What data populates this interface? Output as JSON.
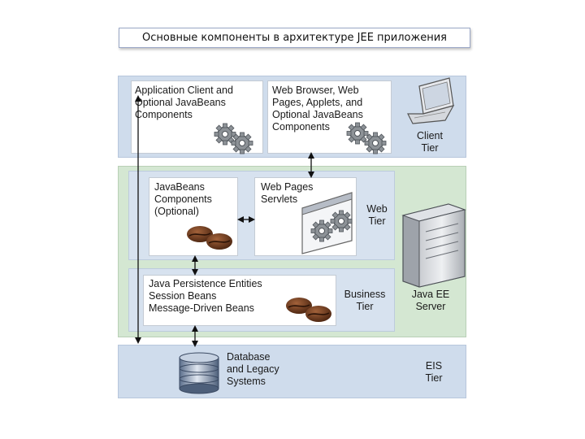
{
  "title": "Основные компоненты в архитектуре JEE приложения",
  "diagram": {
    "client_tier": {
      "label": "Client\nTier",
      "app_client_box": "Application Client and\nOptional JavaBeans\nComponents",
      "browser_box": "Web Browser, Web\nPages, Applets, and\nOptional JavaBeans\nComponents"
    },
    "web_tier": {
      "label": "Web\nTier",
      "javabeans_box": "JavaBeans\nComponents\n(Optional)",
      "web_pages_box": "Web Pages\nServlets"
    },
    "business_tier": {
      "label": "Business\nTier",
      "entities_box": "Java Persistence Entities\nSession Beans\nMessage-Driven Beans"
    },
    "server_label": "Java EE\nServer",
    "eis_tier": {
      "label": "EIS\nTier",
      "database_label": "Database\nand Legacy\nSystems"
    },
    "icons": [
      "laptop-icon",
      "gears-icon",
      "coffee-beans-icon",
      "server-tower-icon",
      "database-icon",
      "browser-window-icon"
    ],
    "colors": {
      "client_band": "#cfdcec",
      "server_band": "#d4e7d2",
      "tier_band": "#d7e2ef",
      "arrow": "#111111"
    }
  }
}
